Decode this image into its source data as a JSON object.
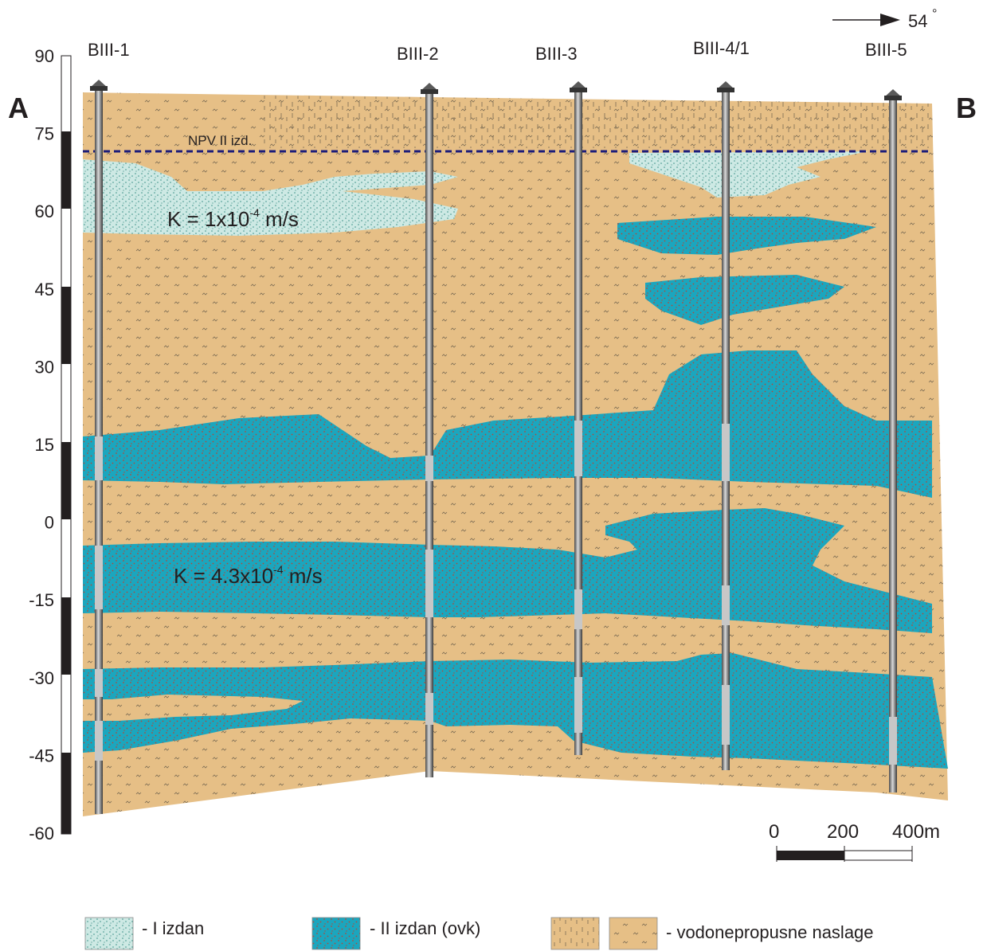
{
  "direction": {
    "label": "54",
    "degree_sign": "°"
  },
  "section_ends": {
    "start": "A",
    "end": "B"
  },
  "wells": [
    {
      "name": "BIII-1"
    },
    {
      "name": "BIII-2"
    },
    {
      "name": "BIII-3"
    },
    {
      "name": "BIII-4/1"
    },
    {
      "name": "BIII-5"
    }
  ],
  "elevation_axis": {
    "ticks": [
      "90",
      "75",
      "60",
      "45",
      "30",
      "15",
      "0",
      "-15",
      "-30",
      "-45",
      "-60"
    ]
  },
  "water_level": {
    "label": "NPV II izd."
  },
  "annotations": {
    "k_upper": {
      "prefix": "K = 1x10",
      "exponent": "-4",
      "suffix": " m/s"
    },
    "k_lower": {
      "prefix": "K = 4.3x10",
      "exponent": "-4",
      "suffix": " m/s"
    }
  },
  "scale_bar": {
    "labels": [
      "0",
      "200",
      "400m"
    ]
  },
  "legend": [
    {
      "label": "- I izdan"
    },
    {
      "label": "- II izdan (ovk)"
    },
    {
      "label": "- vodonepropusne naslage"
    }
  ],
  "colors": {
    "clay": "#e6bf86",
    "aquifer_1": "#cde9e4",
    "aquifer_2": "#1ba6be",
    "water_line": "#1c1c7a",
    "ramp": "#8a7a5e",
    "pipe": "#7f7f7f"
  }
}
